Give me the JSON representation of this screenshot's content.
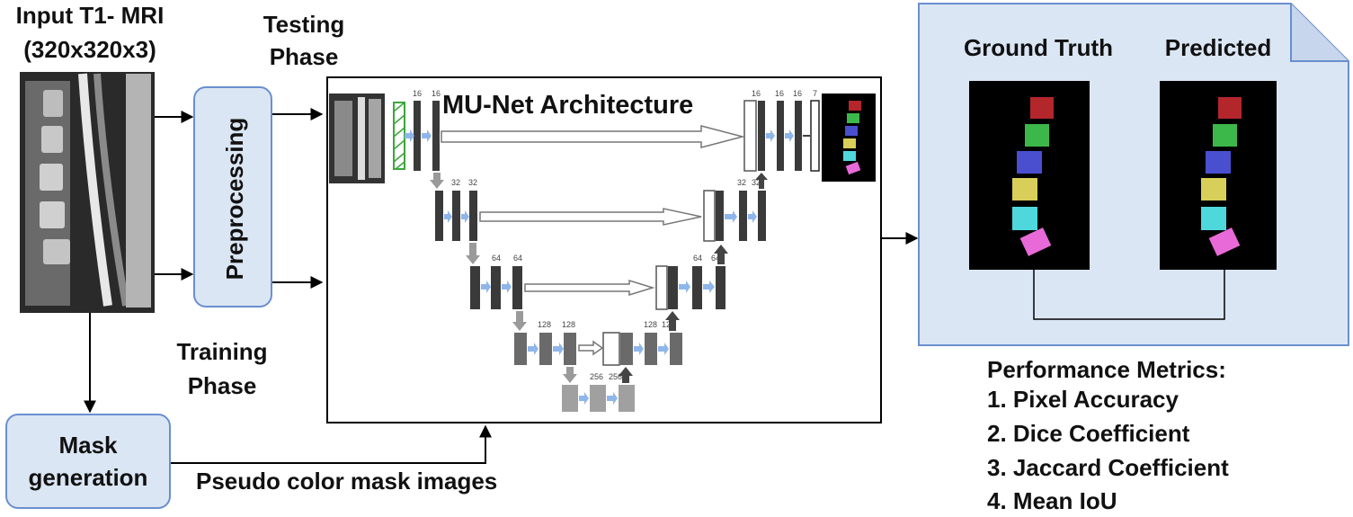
{
  "input": {
    "line1": "Input T1- MRI",
    "line2": "(320x320x3)"
  },
  "testing": {
    "line1": "Testing",
    "line2": "Phase"
  },
  "training": {
    "line1": "Training",
    "line2": "Phase"
  },
  "preprocessing": "Preprocessing",
  "mask_generation": {
    "line1": "Mask",
    "line2": "generation"
  },
  "pseudo_label": "Pseudo color mask images",
  "architecture_title": "MU-Net Architecture",
  "unet_channels": {
    "l1a": "16",
    "l1b": "16",
    "l2a": "32",
    "l2b": "32",
    "l3a": "64",
    "l3b": "64",
    "l4a": "128",
    "l4b": "128",
    "l5a": "256",
    "l5b": "256",
    "u4a": "128",
    "u4b": "128",
    "u3a": "64",
    "u3b": "64",
    "u2a": "32",
    "u2b": "32",
    "u1a": "16",
    "u1b": "16",
    "u1c": "16",
    "out": "7"
  },
  "results": {
    "ground_truth": "Ground Truth",
    "predicted": "Predicted"
  },
  "metrics": {
    "title": "Performance Metrics:",
    "items": [
      "1. Pixel Accuracy",
      "2. Dice Coefficient",
      "3. Jaccard Coefficient",
      "4. Mean IoU"
    ]
  },
  "colors": {
    "box_fill": "#dbe6f4",
    "box_border": "#6a8fcf",
    "mask_classes": [
      "#b3262b",
      "#3cb84a",
      "#4a4fd0",
      "#d8cf5a",
      "#4fd8dc",
      "#e86ad8"
    ]
  }
}
